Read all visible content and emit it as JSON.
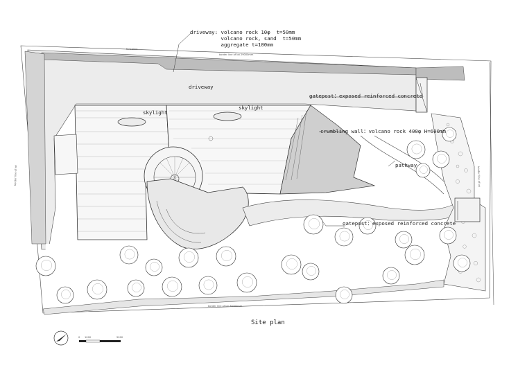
{
  "title": "Site plan",
  "labels": {
    "driveway_spec": "driveway: volcano rock 10φ  t=50mm\n          volcano rock, sand  t=50mm\n          aggregate t=100mm",
    "fenceline": "fenceline",
    "driveway": "driveway",
    "skylight_1": "skylight",
    "skylight_2": "skylight",
    "gatepost_top": "gatepost：exposed reinforced concrete",
    "crumbling_wall": "crumbling wall：volcano rock 400φ H=600mm",
    "pathway": "pathway",
    "gatepost_bottom": "gatepost：exposed reinforced concrete"
  },
  "boundary_labels": {
    "top": "border line of lot 29000mm",
    "bottom": "border line of lot 30000mm",
    "left": "border line of lot",
    "right": "border line of lot"
  },
  "scale_bar": {
    "ticks": [
      "0",
      "1000",
      "5000"
    ]
  },
  "colors": {
    "ink": "#222222",
    "fill_light": "#ececec",
    "fill_mid": "#d4d4d4",
    "fill_dark": "#bdbdbd"
  }
}
